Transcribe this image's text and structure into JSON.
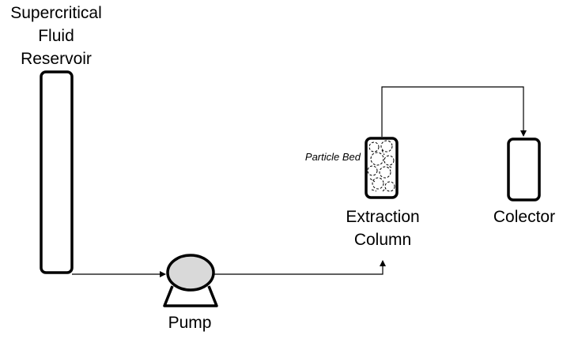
{
  "labels": {
    "reservoir": [
      "Supercritical",
      "Fluid",
      "Reservoir"
    ],
    "pump": "Pump",
    "extraction_column": [
      "Extraction",
      "Column"
    ],
    "collector": "Colector",
    "particle_bed": "Particle Bed"
  },
  "colors": {
    "stroke": "#000000",
    "pump_fill": "#d9d9d9",
    "background": "#ffffff"
  }
}
